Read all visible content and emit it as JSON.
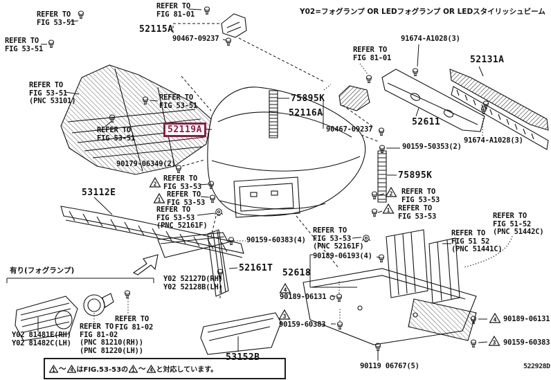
{
  "header": {
    "variant_note": "Y02=フォグランプ OR LEDフォグランプ OR LEDスタイリッシュビーム"
  },
  "section": {
    "fog_lamp_heading": "有り(フォグランプ)"
  },
  "highlight": {
    "part_no": "52119A",
    "color": "#8c1d40"
  },
  "parts": {
    "p52115A": "52115A",
    "p52131A": "52131A",
    "p52611": "52611",
    "p52116A": "52116A",
    "p75895K": "75895K",
    "p53112E": "53112E",
    "p52161T": "52161T",
    "p52618": "52618",
    "p53152B": "53152B",
    "y02_81481": "Y02 81481E(RH)\nY02 81482C(LH)",
    "y02_52127": "Y02 52127D(RH)\nY02 52128B(LH)"
  },
  "fasteners": {
    "f90467": "90467-09237",
    "f91674": "91674-A1028(3)",
    "f90159_50353": "90159-50353(2)",
    "f90179_06349": "90179-06349(2)",
    "f90159_60383_4": "90159-60383(4)",
    "f90189_06193": "90189-06193(4)",
    "f90189_06131": "90189-06131",
    "f90159_60383": "90159-60383",
    "f90119_06767": "90119 06767(5)"
  },
  "references": {
    "fig5351": "REFER TO\nFIG 53-51",
    "fig5351_pnc": "REFER TO\nFIG 53-51\n(PNC 53101)",
    "fig8101": "REFER TO\nFIG 81-01",
    "fig5353": "REFER TO\nFIG 53-53",
    "fig5353_pnc": "REFER TO\nFIG 53-53\n(PNC 52161F)",
    "fig5152_upper": "REFER TO\nFIG 51-52\n(PNC 51442C)",
    "fig5152_lower": "REFER TO\nFIG 51 52\n(PNC 51441C)",
    "fig8102": "REFER TO\nFIG 81-02",
    "fig8102_pnc": "REFER TO\nFIG 81-02\n(PNC 81210(RH))\n(PNC 81220(LH))"
  },
  "triangles": {
    "t1": "1",
    "t2": "2",
    "t3": "3",
    "t4": "4"
  },
  "footnote": {
    "tri_from": "1",
    "tri_to": "4",
    "tilde": "～",
    "middle": "はFIG.53-53の",
    "suffix": "と対応しています。"
  },
  "diagram_code": "522928D"
}
